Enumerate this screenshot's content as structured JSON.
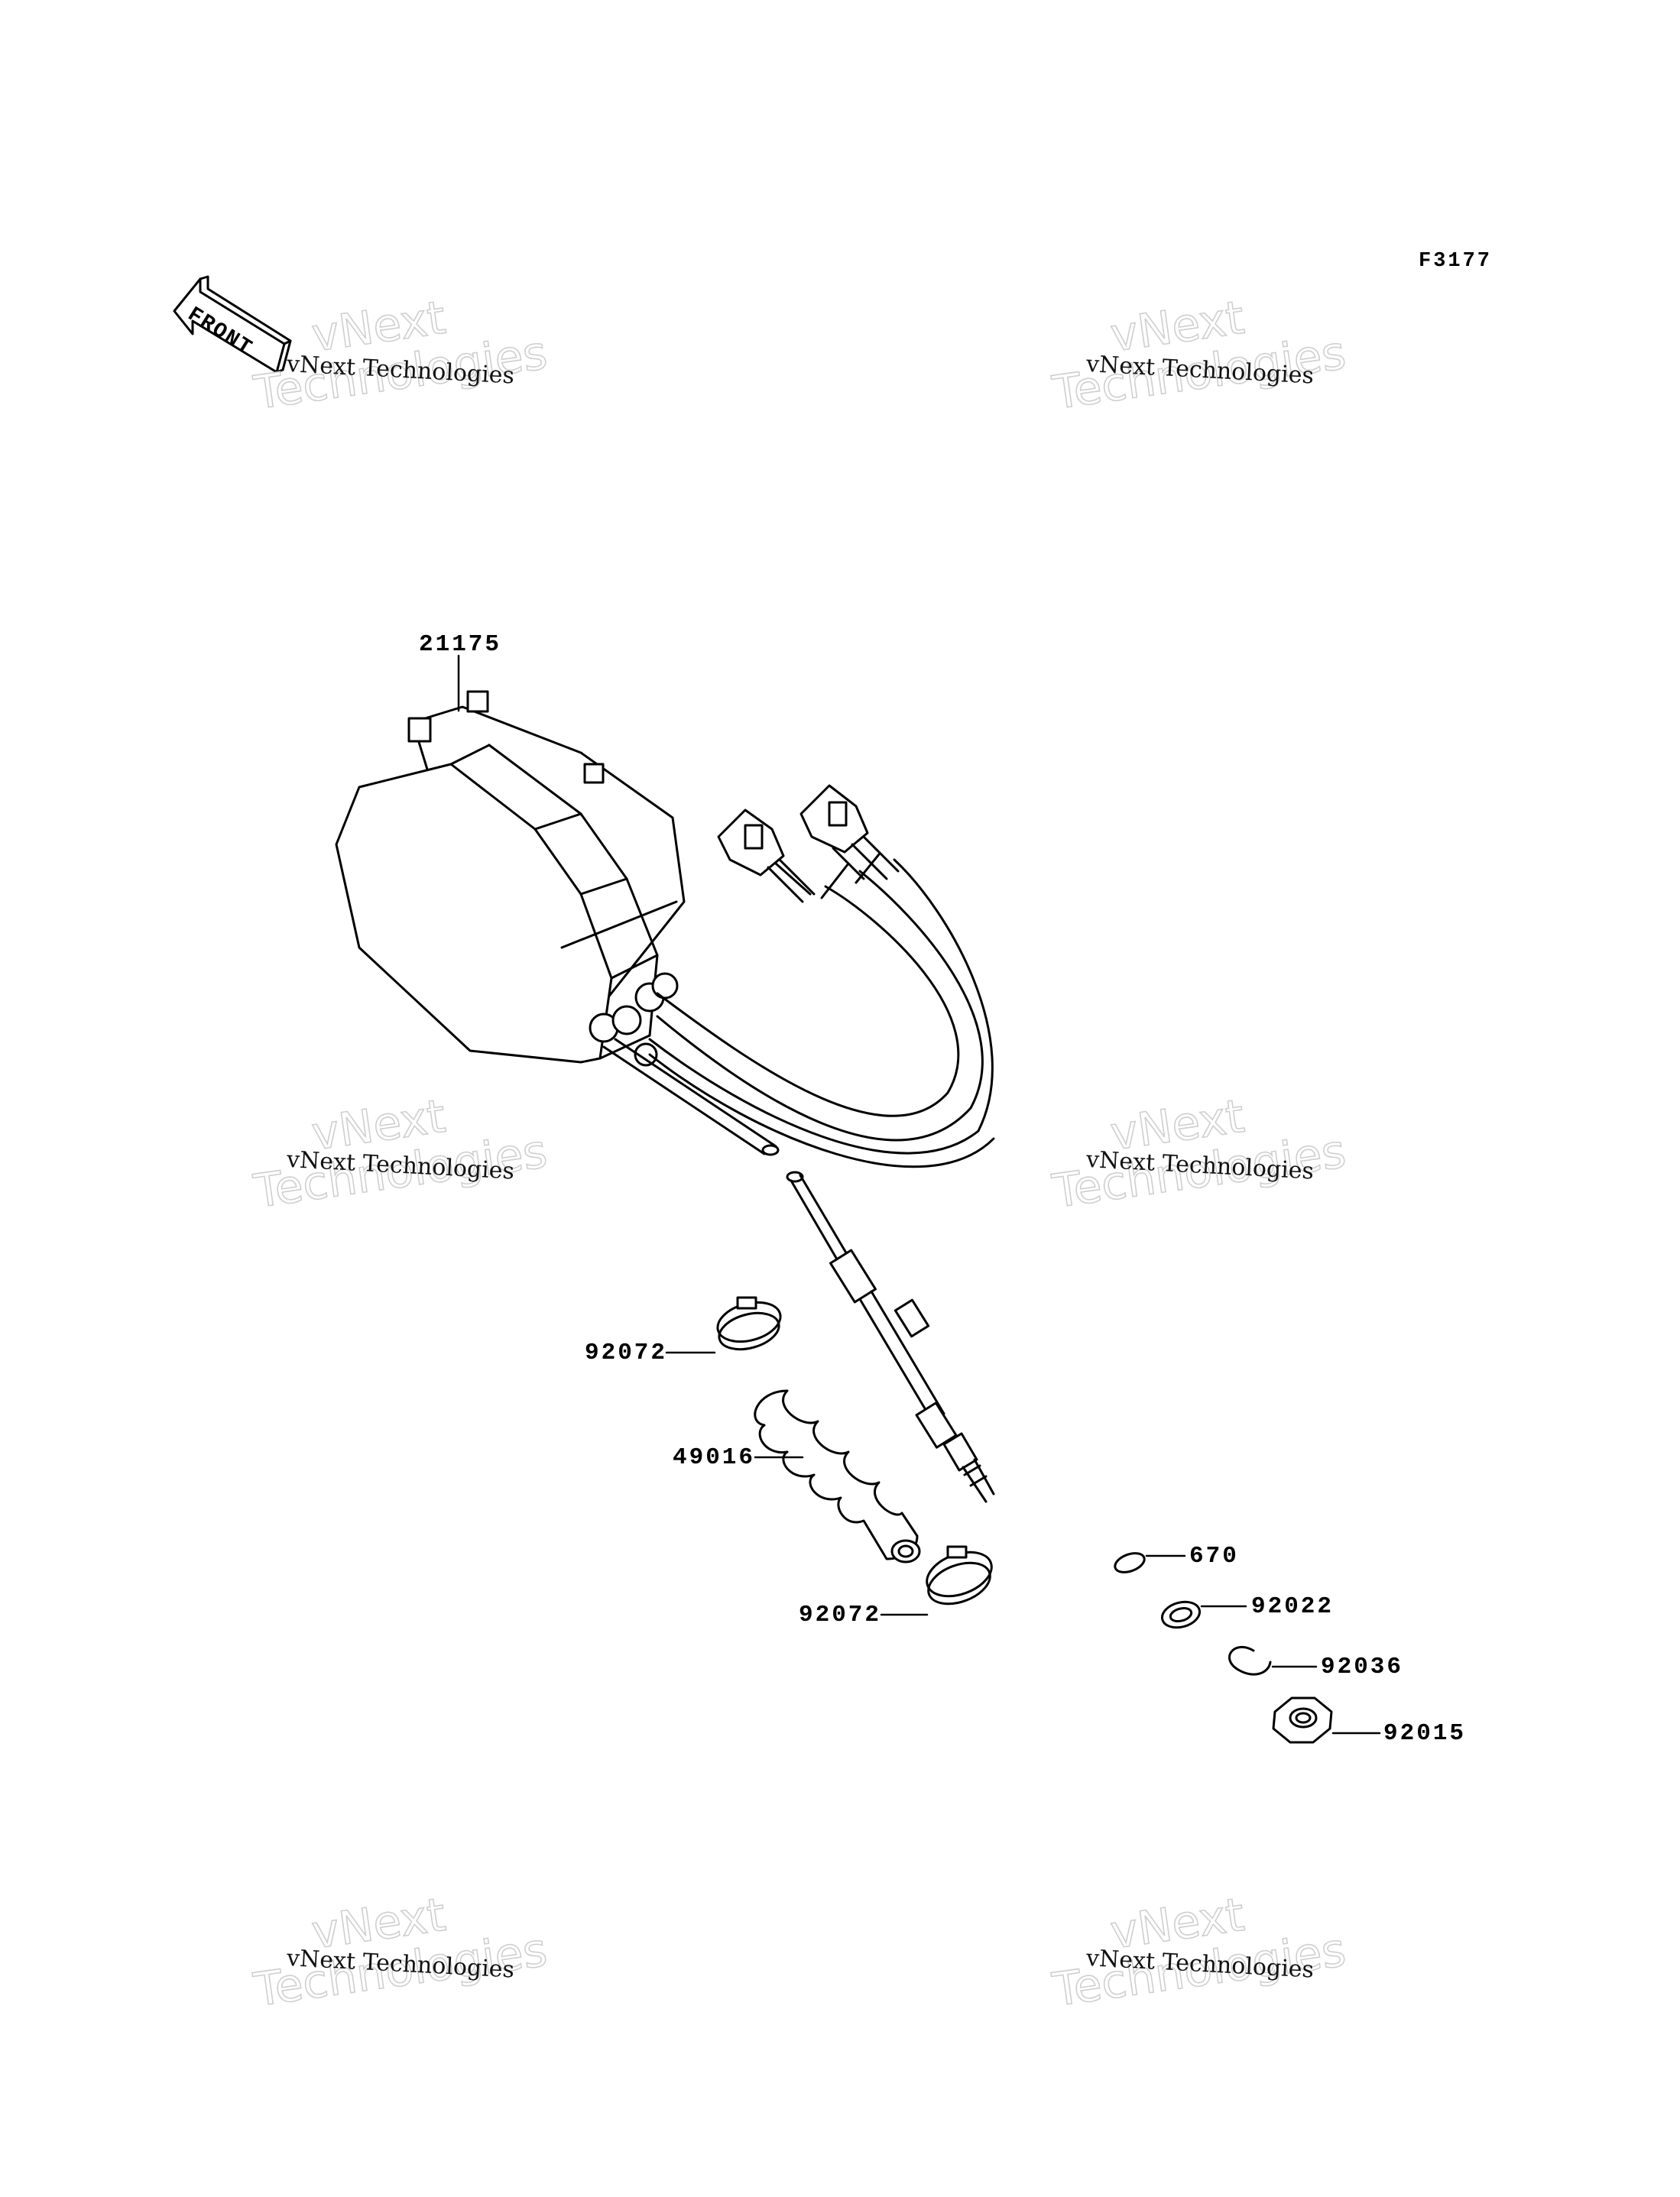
{
  "figure": {
    "code": "F3177",
    "front_arrow": "FRONT"
  },
  "watermarks": [
    {
      "small": "vNext Technologies",
      "line1": "vNext",
      "line2": "Technologies"
    },
    {
      "small": "vNext Technologies",
      "line1": "vNext",
      "line2": "Technologies"
    },
    {
      "small": "vNext Technologies",
      "line1": "vNext",
      "line2": "Technologies"
    },
    {
      "small": "vNext Technologies",
      "line1": "vNext",
      "line2": "Technologies"
    },
    {
      "small": "vNext Technologies",
      "line1": "vNext",
      "line2": "Technologies"
    },
    {
      "small": "vNext Technologies",
      "line1": "vNext",
      "line2": "Technologies"
    }
  ],
  "parts": [
    {
      "number": "21175",
      "component": "meter-assembly"
    },
    {
      "number": "92072",
      "component": "clamp-upper"
    },
    {
      "number": "49016",
      "component": "boot"
    },
    {
      "number": "92072",
      "component": "clamp-lower"
    },
    {
      "number": "670",
      "component": "o-ring"
    },
    {
      "number": "92022",
      "component": "washer"
    },
    {
      "number": "92036",
      "component": "circlip"
    },
    {
      "number": "92015",
      "component": "nut"
    }
  ]
}
